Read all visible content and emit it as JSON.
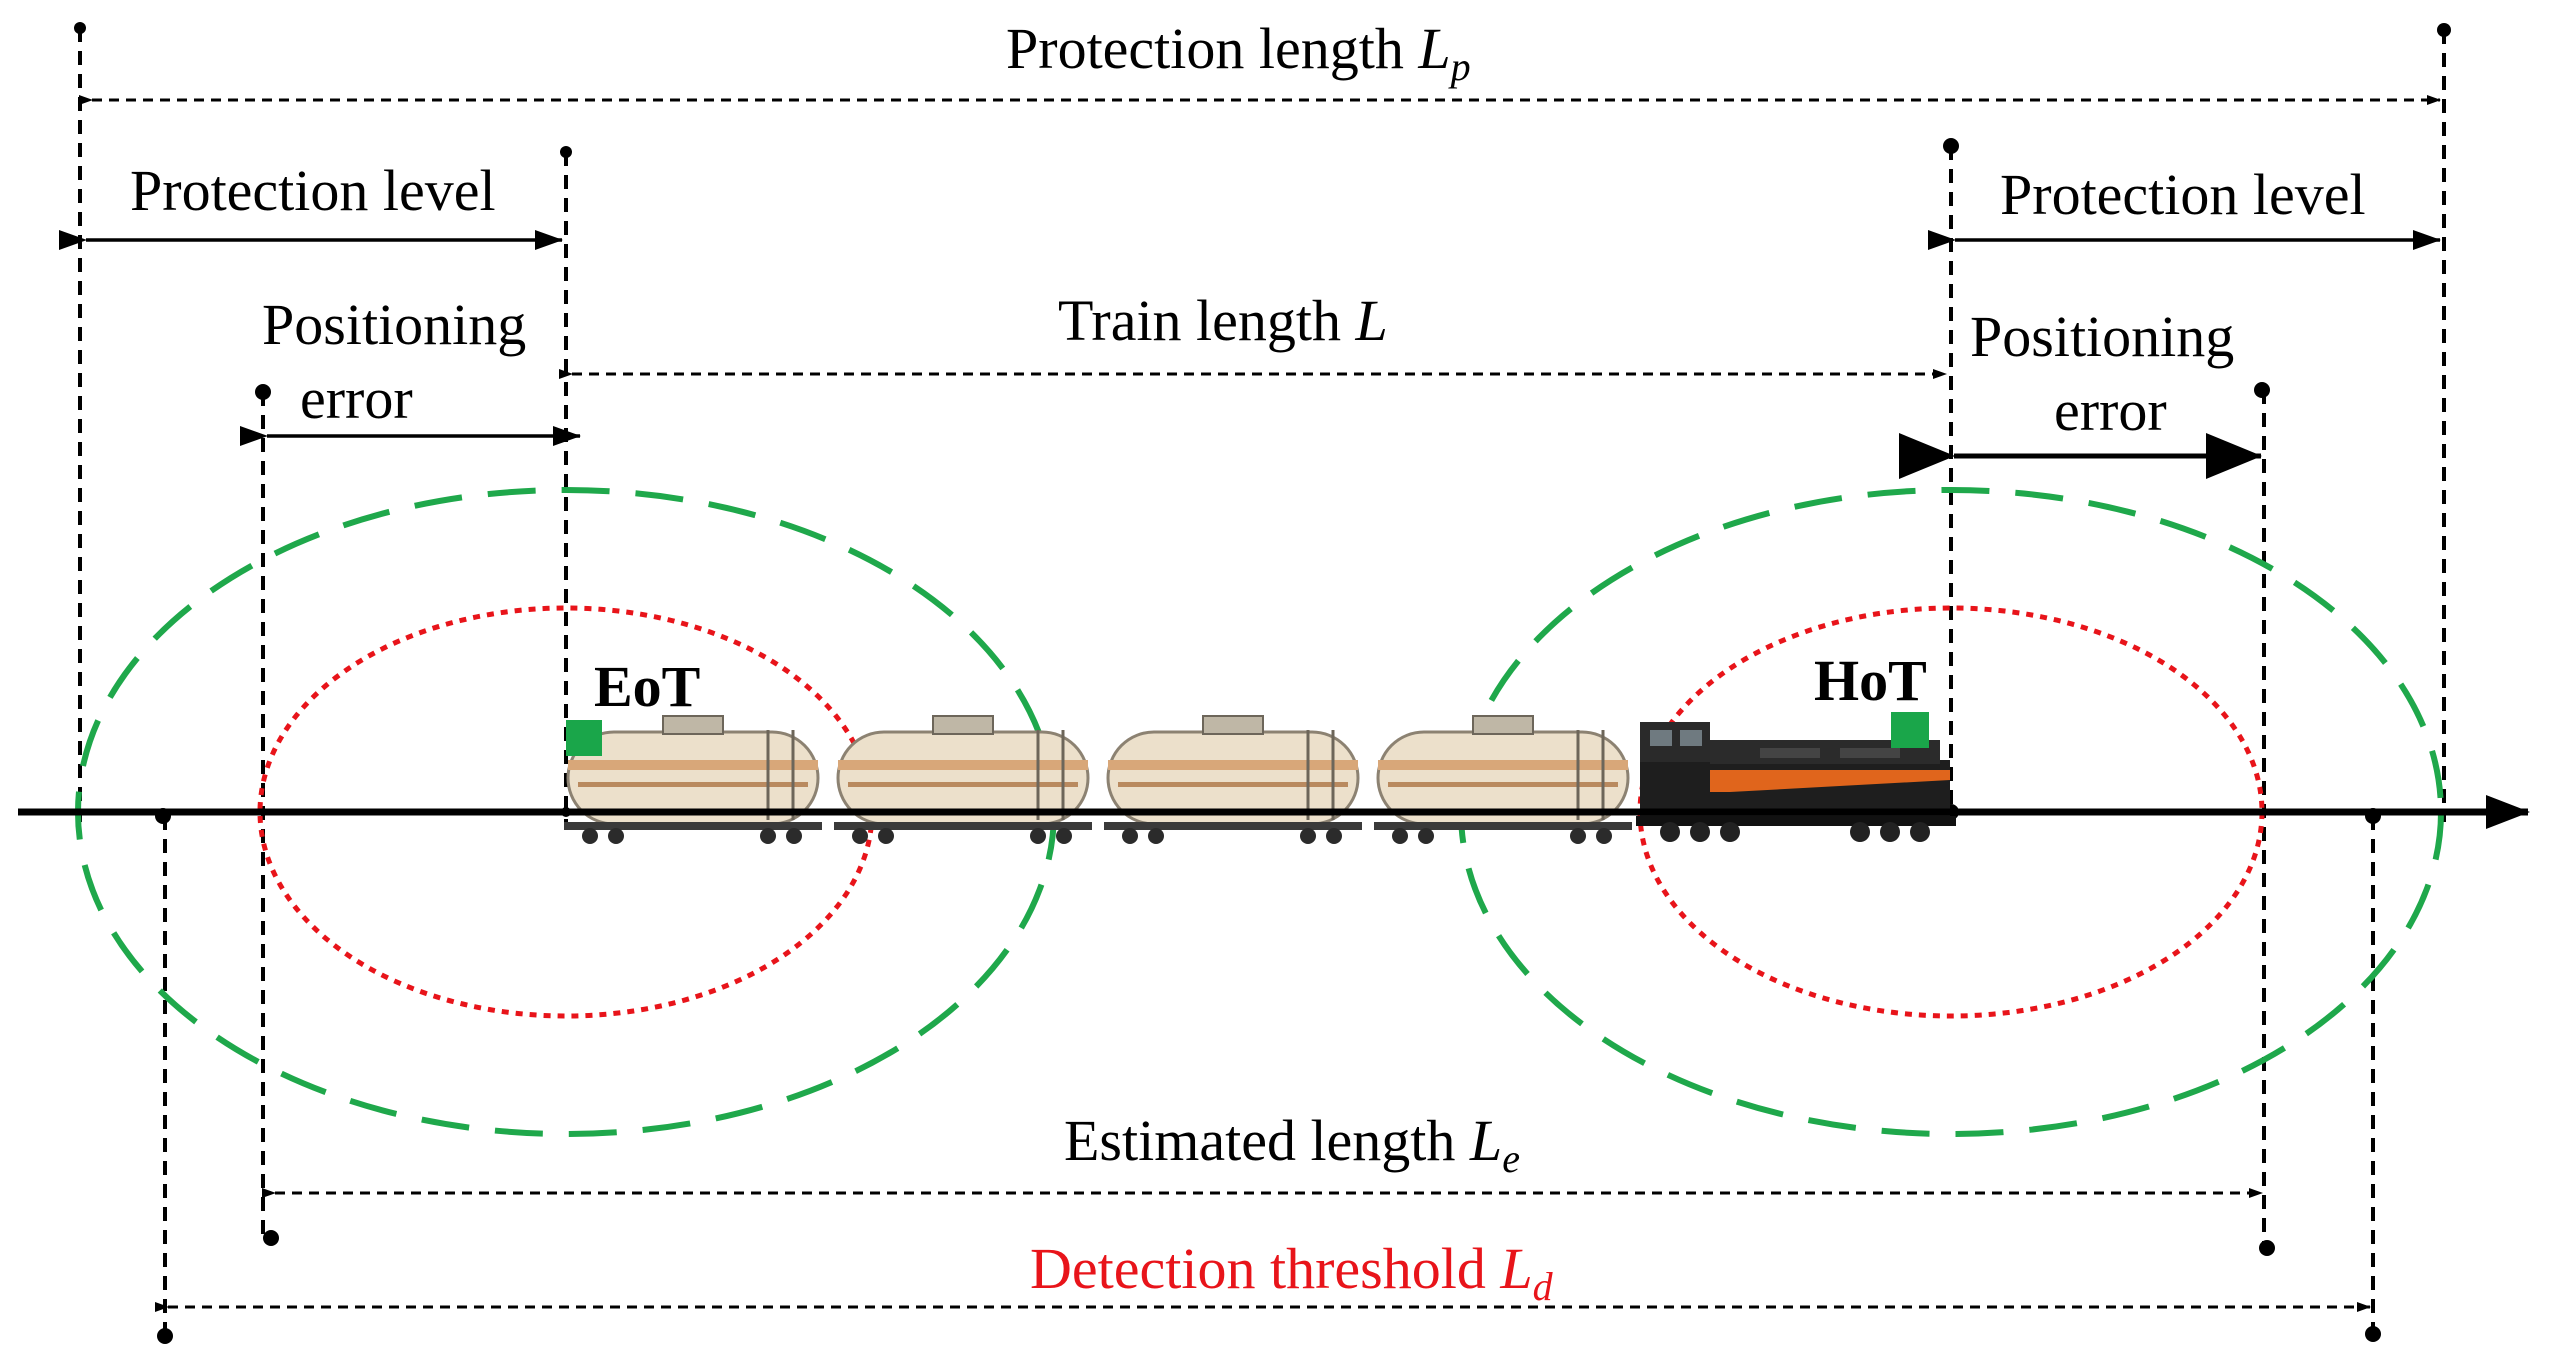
{
  "labels": {
    "protection_length": "Protection length ",
    "protection_length_sym": "L",
    "protection_length_sub": "p",
    "protection_level_left": "Protection level",
    "protection_level_right": "Protection level",
    "positioning_error_left_1": "Positioning",
    "positioning_error_left_2": "error",
    "positioning_error_right_1": "Positioning",
    "positioning_error_right_2": "error",
    "train_length": "Train length ",
    "train_length_sym": "L",
    "estimated_length": "Estimated length ",
    "estimated_length_sym": "L",
    "estimated_length_sub": "e",
    "detection_threshold": "Detection threshold ",
    "detection_threshold_sym": "L",
    "detection_threshold_sub": "d",
    "eot": "EoT",
    "hot": "HoT"
  },
  "colors": {
    "green_ellipse": "#1fa84b",
    "red_ellipse": "#e8141a",
    "marker_green": "#1aa64a",
    "threshold_text": "#e8141a"
  }
}
